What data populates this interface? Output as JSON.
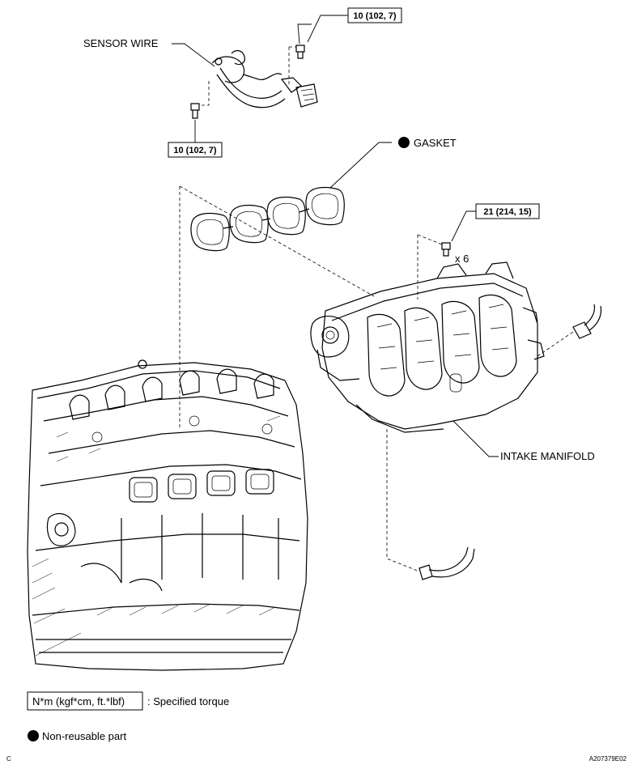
{
  "labels": {
    "sensor_wire": "SENSOR WIRE",
    "gasket": "GASKET",
    "intake_manifold": "INTAKE MANIFOLD",
    "quantity": "x 6"
  },
  "torques": {
    "top_right": "10 (102, 7)",
    "top_left": "10 (102, 7)",
    "manifold_bolt": "21 (214, 15)"
  },
  "legend": {
    "torque_box": "N*m (kgf*cm, ft.*lbf)",
    "torque_desc": ": Specified torque",
    "nonreusable": "Non-reusable part"
  },
  "footer": {
    "corner_letter": "C",
    "figure_id": "A207379E02"
  },
  "icons": [
    "filled-circle-icon"
  ]
}
